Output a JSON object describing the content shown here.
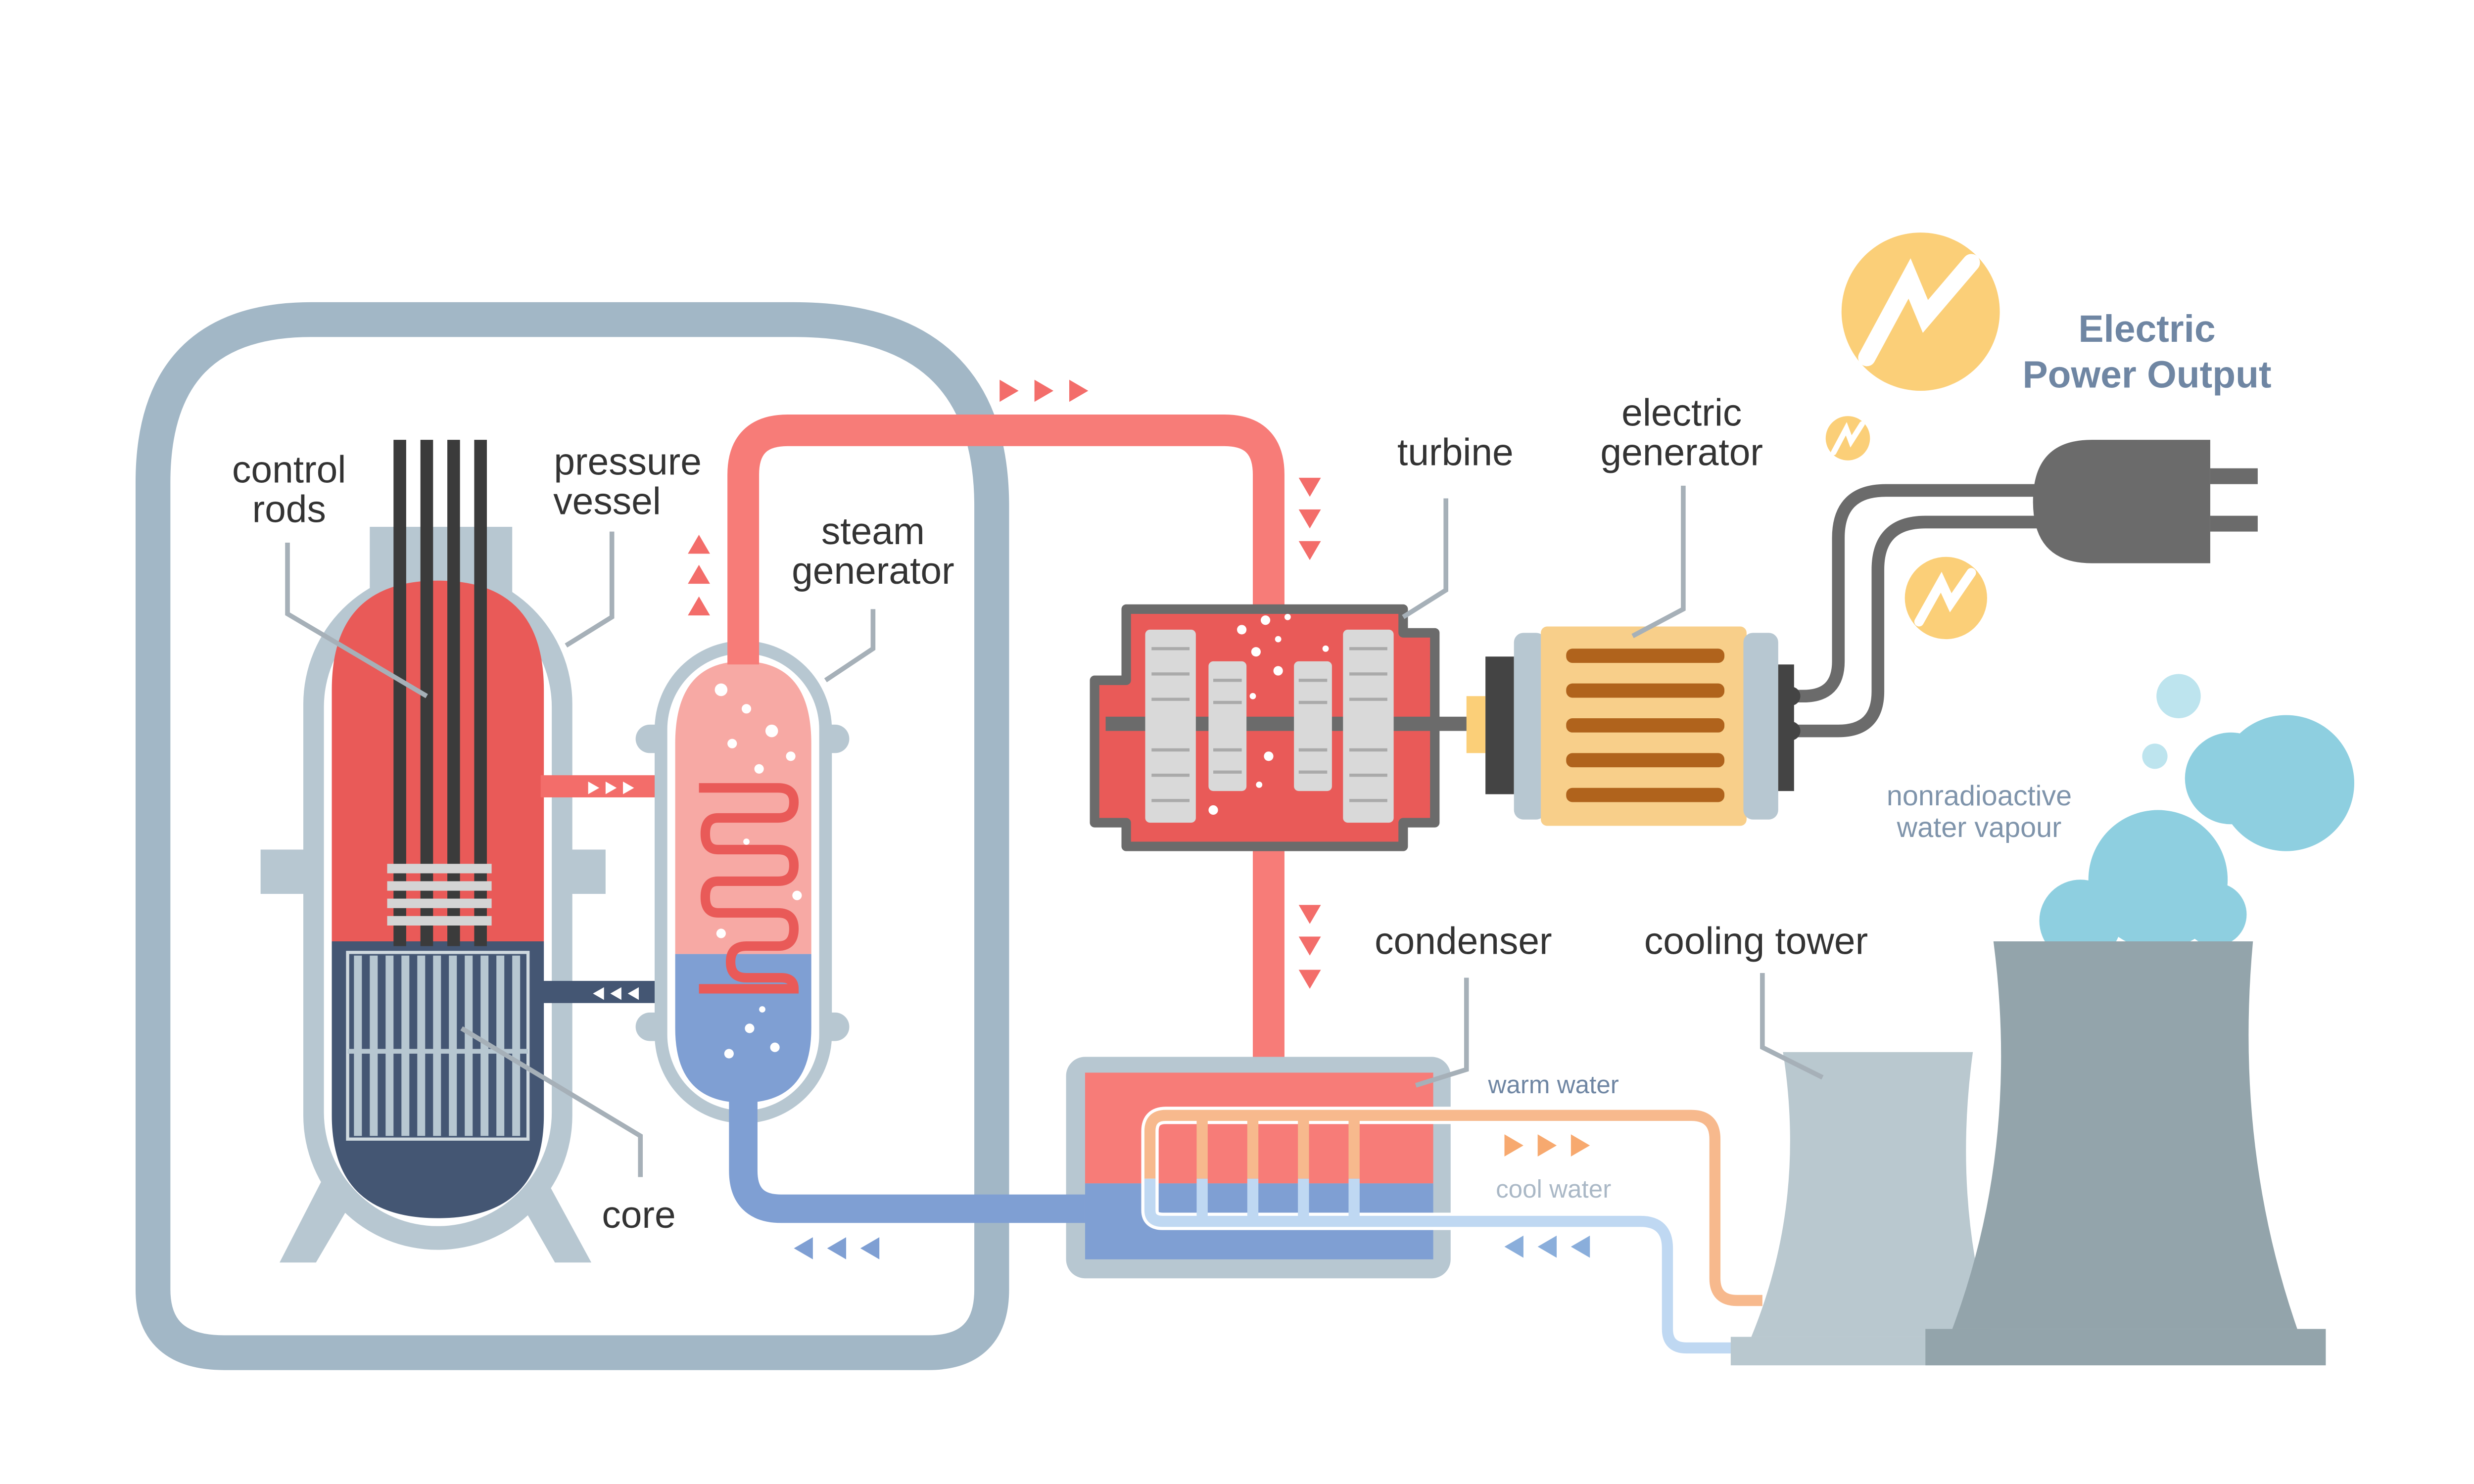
{
  "labels": {
    "control_rods": [
      "control",
      "rods"
    ],
    "pressure_vessel": [
      "pressure",
      "vessel"
    ],
    "steam_generator": [
      "steam",
      "generator"
    ],
    "core": "core",
    "turbine": "turbine",
    "electric_generator": [
      "electric",
      "generator"
    ],
    "condenser": "condenser",
    "cooling_tower": "cooling tower",
    "warm_water": "warm water",
    "cool_water": "cool water",
    "vapour": [
      "nonradioactive",
      "water vapour"
    ],
    "power_output": [
      "Electric",
      "Power Output"
    ]
  },
  "colors": {
    "containment": "#a2b7c6",
    "hot": "#f36d6a",
    "hot_core": "#e95a58",
    "cold": "#7f9fd3",
    "dark_blue": "#445673",
    "steel": "#b7c7d1",
    "gray": "#6b6b6b",
    "power": "#fbcf78",
    "vapour": "#8ecfe0",
    "tower": "#93a4ab",
    "tower_light": "#b9c8cf",
    "warm_pipe": "#f7b98d",
    "cool_pipe": "#bfd8f2",
    "generator": "#f8cf8a",
    "coil": "#b0631c"
  },
  "icons": [
    "lightning-icon",
    "power-plug-icon",
    "flow-arrow-icon"
  ]
}
